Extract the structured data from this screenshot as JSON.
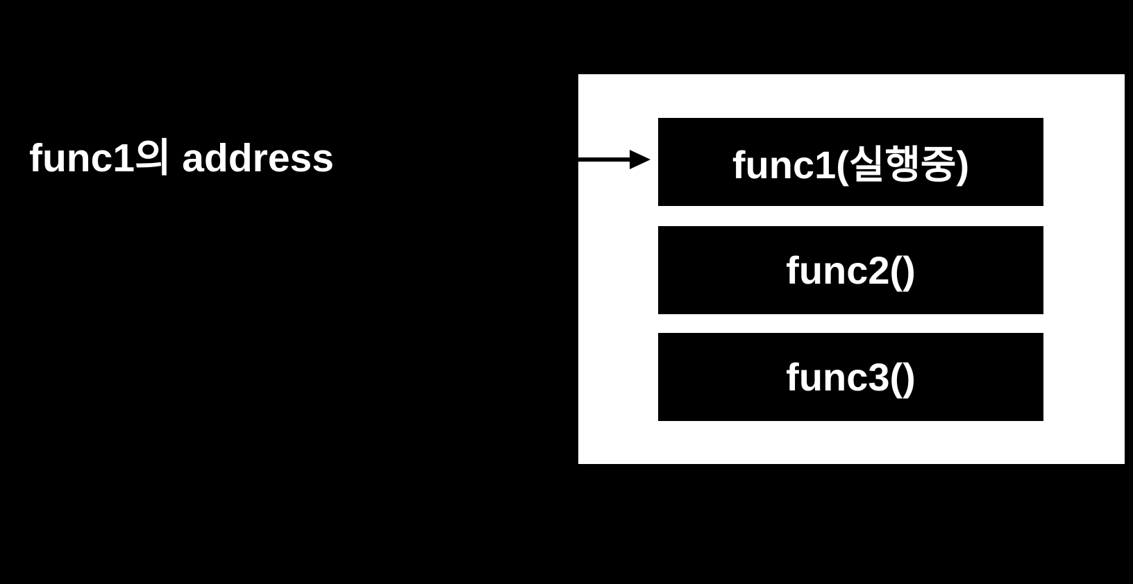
{
  "diagram": {
    "title_hint": "call stack diagram",
    "address_label": "func1의 address",
    "stack": {
      "frames": [
        {
          "label": "func1(실행중)",
          "state": "running"
        },
        {
          "label": "func2()",
          "state": "idle"
        },
        {
          "label": "func3()",
          "state": "idle"
        }
      ]
    },
    "colors": {
      "background": "#000000",
      "panel": "#ffffff",
      "frame": "#000000",
      "text": "#ffffff",
      "arrow": "#000000"
    }
  }
}
